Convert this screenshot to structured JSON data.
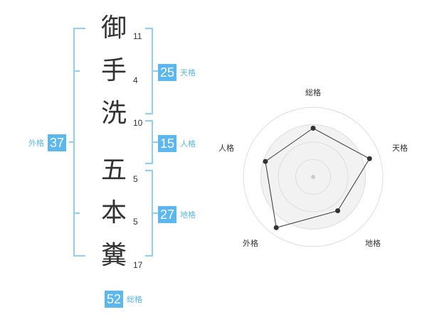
{
  "name": {
    "characters": [
      {
        "char": "御",
        "strokes": "11"
      },
      {
        "char": "手",
        "strokes": "4"
      },
      {
        "char": "洗",
        "strokes": "10"
      },
      {
        "char": "五",
        "strokes": "5"
      },
      {
        "char": "本",
        "strokes": "5"
      },
      {
        "char": "糞",
        "strokes": "17"
      }
    ]
  },
  "scores": {
    "tenkaku": {
      "value": "25",
      "label": "天格"
    },
    "jinkaku": {
      "value": "15",
      "label": "人格"
    },
    "chikaku": {
      "value": "27",
      "label": "地格"
    },
    "gaikaku": {
      "value": "37",
      "label": "外格"
    },
    "soukaku": {
      "value": "52",
      "label": "総格"
    }
  },
  "colors": {
    "accent": "#5bb7ee",
    "bracket": "#8fcff3",
    "text": "#333333",
    "radar_fill": "#f2f2f2",
    "radar_ring": "#dddddd"
  },
  "chart_data": {
    "type": "radar",
    "axes": [
      "総格",
      "天格",
      "地格",
      "外格",
      "人格"
    ],
    "values": [
      0.7,
      0.85,
      0.6,
      0.9,
      0.72
    ],
    "range": [
      0,
      1
    ],
    "rings": 4,
    "grid": true
  }
}
